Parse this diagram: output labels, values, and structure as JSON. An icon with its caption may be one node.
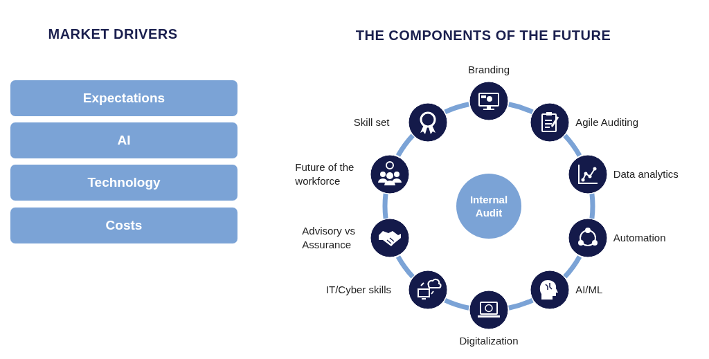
{
  "diagram": {
    "nodes": [
      {
        "text": [
          "Expectations"
        ]
      },
      {
        "text": [
          "AI"
        ]
      },
      {
        "text": [
          "Technology"
        ]
      },
      {
        "text": [
          "Costs"
        ]
      },
      {
        "text": [
          "Internal Audit"
        ]
      },
      {
        "text": [
          "Branding"
        ]
      },
      {
        "text": [
          "Agile Auditing"
        ]
      },
      {
        "text": [
          "Data analytics"
        ]
      },
      {
        "text": [
          "Automation"
        ]
      },
      {
        "text": [
          "AI/ML"
        ]
      },
      {
        "text": [
          "Digitalization"
        ]
      },
      {
        "text": [
          "IT/Cyber skills"
        ]
      },
      {
        "text": [
          "Advisory vs Assurance"
        ]
      },
      {
        "text": [
          "Future of the workforce"
        ]
      },
      {
        "text": [
          "Skill set"
        ]
      }
    ],
    "edges": [
      {
        "from": 5,
        "to": 6,
        "arrow": "none"
      },
      {
        "from": 6,
        "to": 7,
        "arrow": "none"
      },
      {
        "from": 7,
        "to": 8,
        "arrow": "none"
      },
      {
        "from": 8,
        "to": 9,
        "arrow": "none"
      },
      {
        "from": 9,
        "to": 10,
        "arrow": "none"
      },
      {
        "from": 10,
        "to": 11,
        "arrow": "none"
      },
      {
        "from": 11,
        "to": 12,
        "arrow": "none"
      },
      {
        "from": 12,
        "to": 13,
        "arrow": "none"
      },
      {
        "from": 13,
        "to": 14,
        "arrow": "none"
      },
      {
        "from": 14,
        "to": 5,
        "arrow": "none"
      }
    ],
    "labels": [
      "MARKET DRIVERS",
      "THE COMPONENTS OF THE FUTURE"
    ]
  }
}
